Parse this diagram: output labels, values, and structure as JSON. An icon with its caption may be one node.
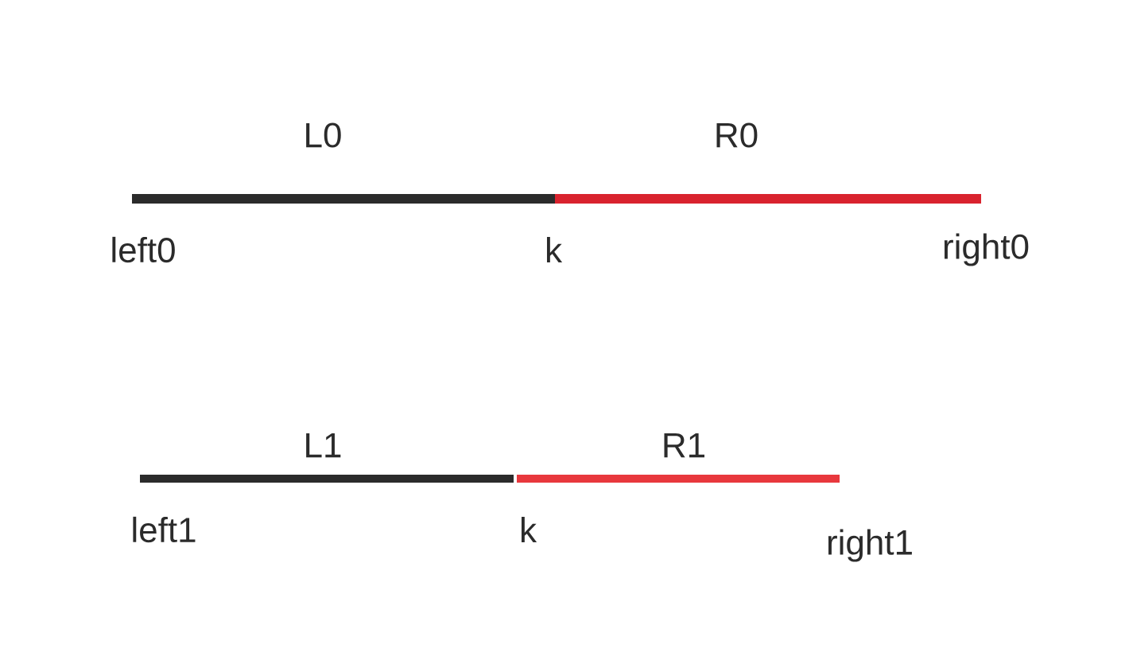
{
  "diagram": {
    "labels": [
      "L0",
      "R0",
      "left0",
      "k",
      "right0",
      "L1",
      "R1",
      "left1",
      "k",
      "right1"
    ]
  }
}
